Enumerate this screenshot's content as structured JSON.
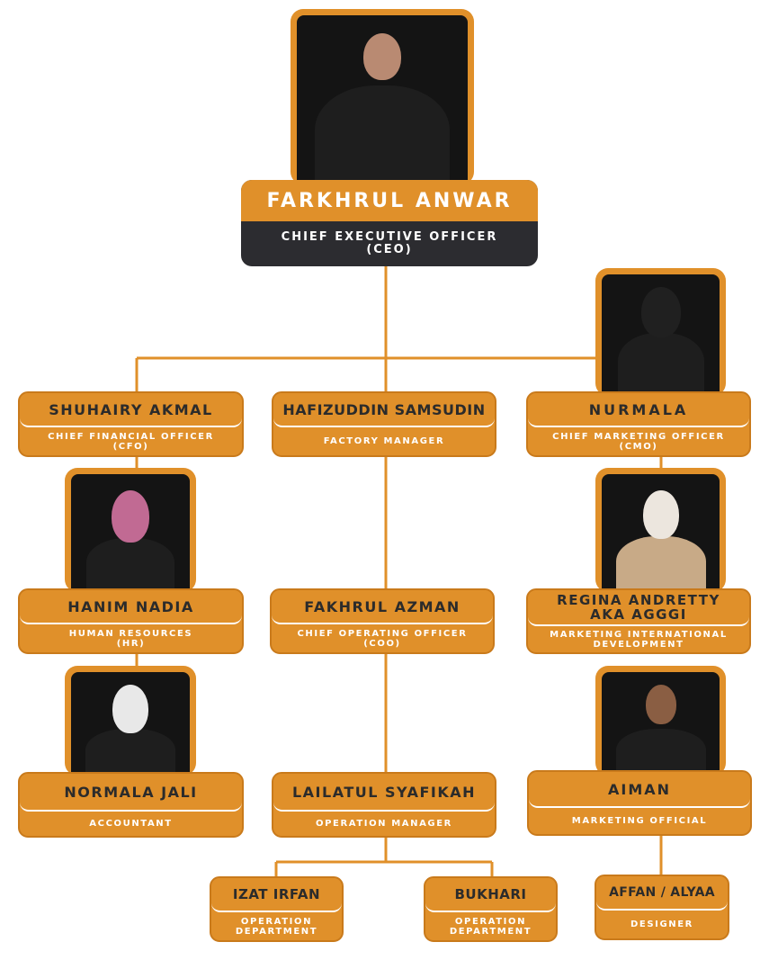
{
  "colors": {
    "accent": "#e0902a",
    "dark": "#2c2c30",
    "line": "#e0902a"
  },
  "ceo": {
    "name": "FARKHRUL ANWAR",
    "role_line1": "CHIEF EXECUTIVE OFFICER",
    "role_line2": "(CEO)"
  },
  "cfo": {
    "name": "SHUHAIRY AKMAL",
    "role_line1": "CHIEF FINANCIAL OFFICER",
    "role_line2": "(CFO)"
  },
  "factory": {
    "name": "HAFIZUDDIN SAMSUDIN",
    "role_line1": "FACTORY MANAGER"
  },
  "cmo": {
    "name": "NURMALA",
    "role_line1": "CHIEF MARKETING OFFICER",
    "role_line2": "(CMO)"
  },
  "hr": {
    "name": "HANIM NADIA",
    "role_line1": "HUMAN RESOURCES",
    "role_line2": "(HR)"
  },
  "coo": {
    "name": "FAKHRUL AZMAN",
    "role_line1": "CHIEF OPERATING OFFICER",
    "role_line2": "(COO)"
  },
  "mid": {
    "name_line1": "REGINA ANDRETTY",
    "name_line2": "AKA AGGGI",
    "role_line1": "MARKETING INTERNATIONAL",
    "role_line2": "DEVELOPMENT"
  },
  "accountant": {
    "name": "NORMALA JALI",
    "role_line1": "ACCOUNTANT"
  },
  "opsmgr": {
    "name": "LAILATUL SYAFIKAH",
    "role_line1": "OPERATION MANAGER"
  },
  "mktofficial": {
    "name": "AIMAN",
    "role_line1": "MARKETING OFFICIAL"
  },
  "izat": {
    "name": "IZAT IRFAN",
    "role_line1": "OPERATION",
    "role_line2": "DEPARTMENT"
  },
  "bukhari": {
    "name": "BUKHARI",
    "role_line1": "OPERATION",
    "role_line2": "DEPARTMENT"
  },
  "designer": {
    "name": "AFFAN / ALYAA",
    "role_line1": "DESIGNER"
  }
}
